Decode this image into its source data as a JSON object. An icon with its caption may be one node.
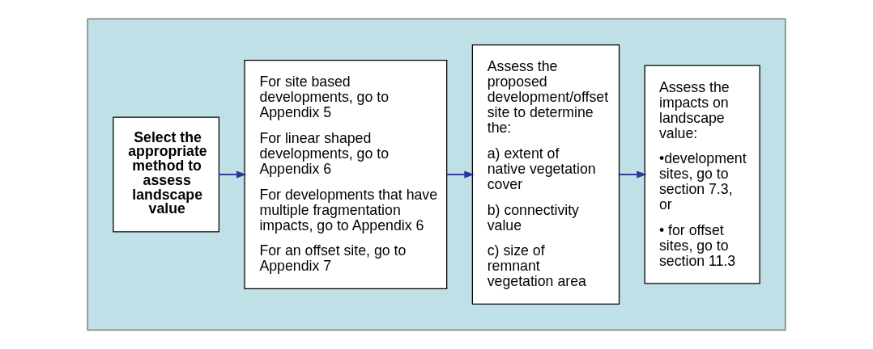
{
  "diagram": {
    "nodes": [
      {
        "text": [],
        "shape": "box"
      },
      {
        "text": [
          "Select the appropriate method to assess landscape value"
        ],
        "in": 0
      },
      {
        "text": [
          "For site based developments, go to Appendix 5",
          "For linear shaped developments, go to Appendix 6",
          "For developments that have multiple fragmentation impacts, go to Appendix 6",
          "For an offset site, go to Appendix 7"
        ],
        "in": 0
      },
      {
        "text": [
          "Assess the proposed development/offset site to determine the:",
          "a) extent of native vegetation cover",
          "b) connectivity value",
          "c) size of remnant vegetation area"
        ],
        "in": 0
      },
      {
        "text": [
          "Assess the impacts on landscape value:",
          "•development sites, go to section 7.3, or",
          "• for offset sites, go to section 11.3"
        ],
        "in": 0
      }
    ],
    "edges": [
      {
        "from": 1,
        "to": 2,
        "arrow": "to"
      },
      {
        "from": 2,
        "to": 3,
        "arrow": "to"
      },
      {
        "from": 3,
        "to": 4,
        "arrow": "to"
      }
    ]
  }
}
